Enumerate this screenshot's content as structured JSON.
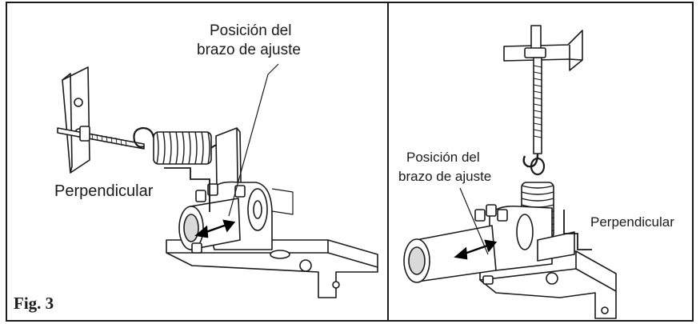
{
  "figure": {
    "caption": "Fig. 3",
    "left_panel": {
      "arm_label_line1": "Posición del",
      "arm_label_line2": "brazo de ajuste",
      "perp_label": "Perpendicular"
    },
    "right_panel": {
      "arm_label_line1": "Posición del",
      "arm_label_line2": "brazo de ajuste",
      "perp_label": "Perpendicular"
    }
  },
  "colors": {
    "line": "#1a1a1a",
    "fill": "#ffffff",
    "shade": "#d9d9d9"
  }
}
